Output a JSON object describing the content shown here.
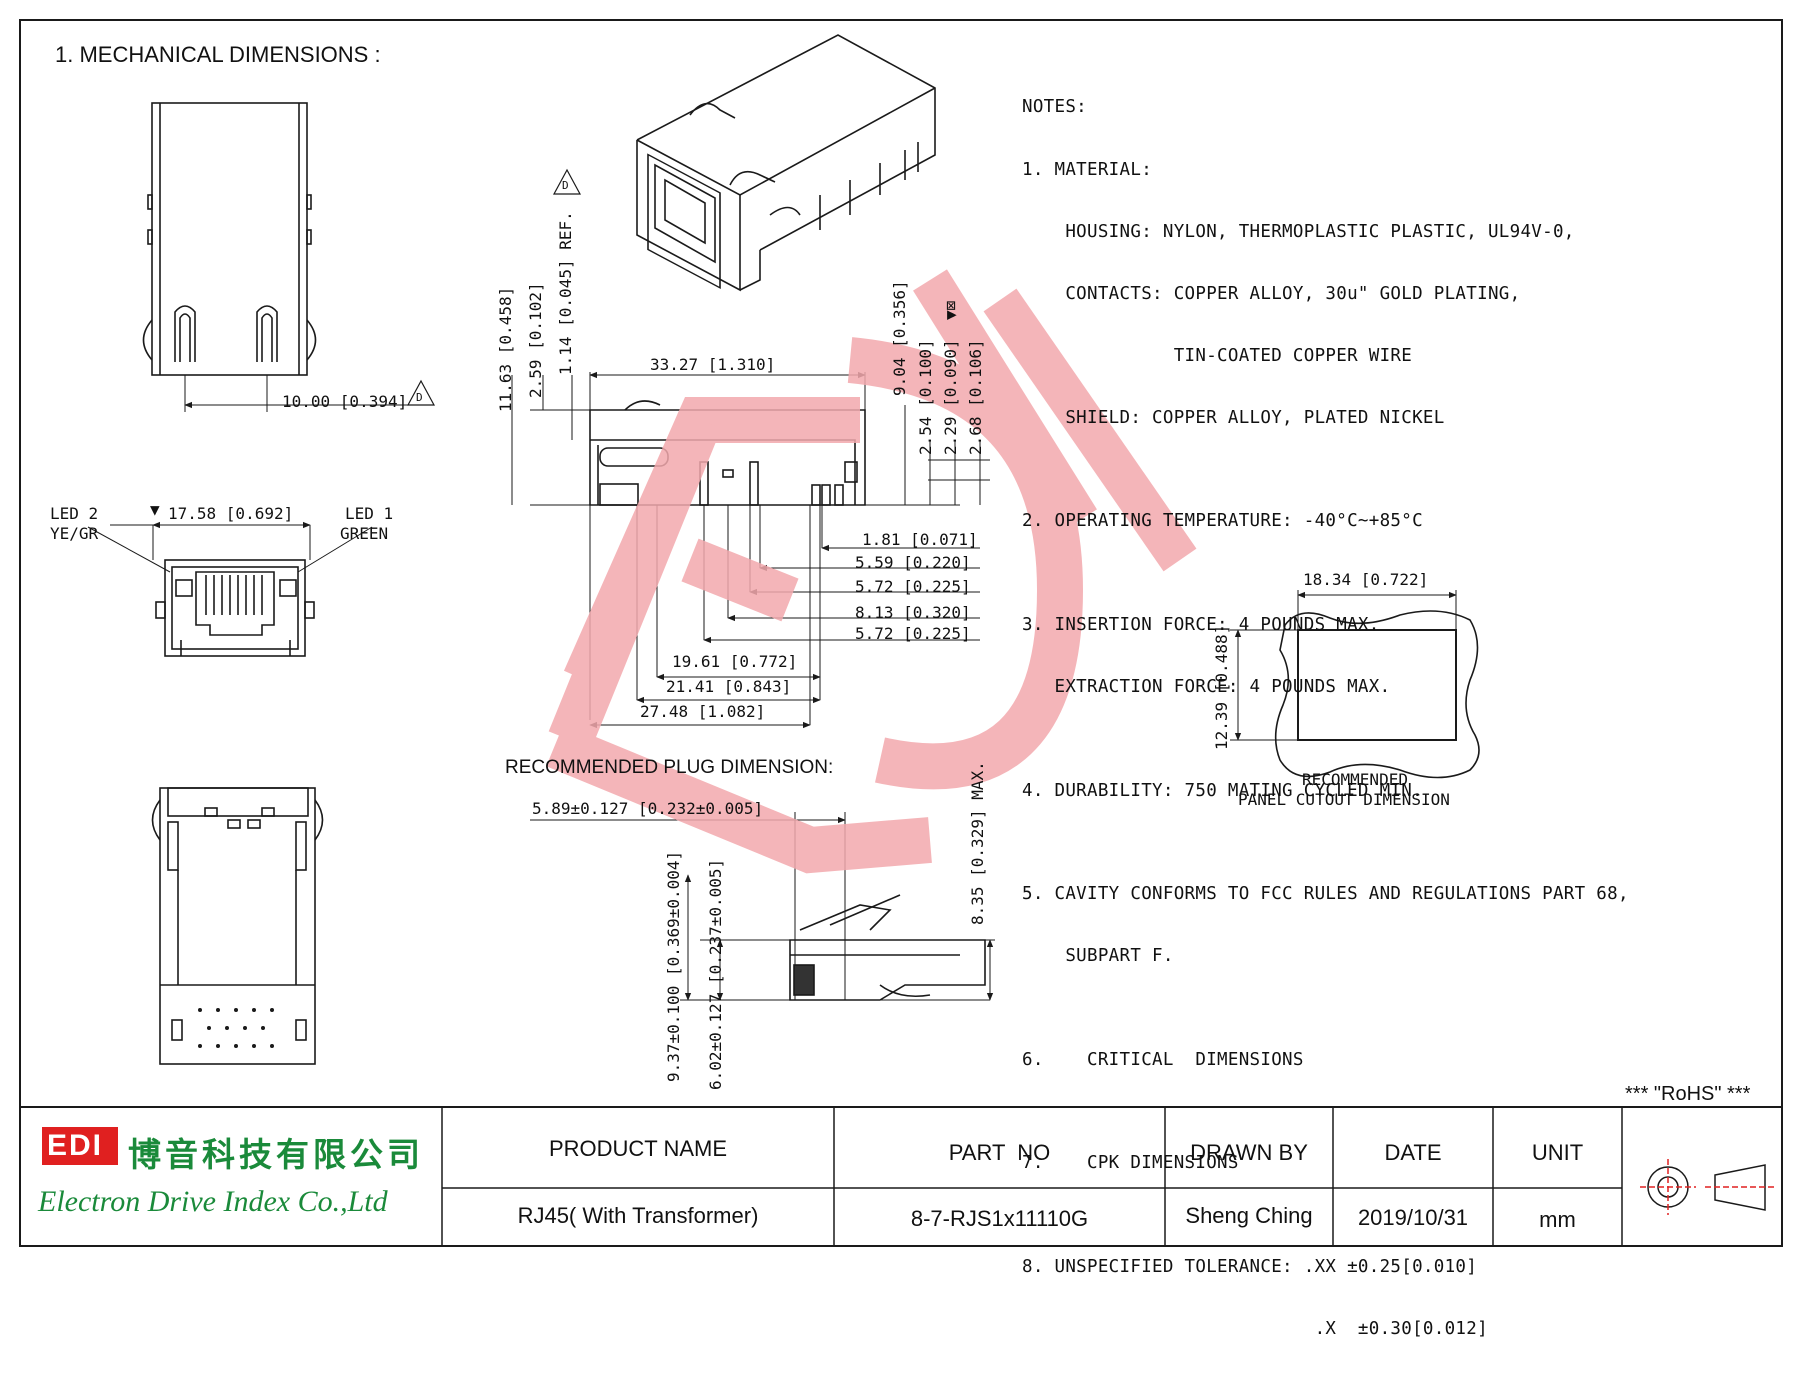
{
  "sheet_title": "1. MECHANICAL DIMENSIONS :",
  "notes": [
    "NOTES:",
    "1. MATERIAL:",
    "    HOUSING: NYLON, THERMOPLASTIC PLASTIC, UL94V-0,",
    "    CONTACTS: COPPER ALLOY, 30u\" GOLD PLATING,",
    "              TIN-COATED COPPER WIRE",
    "    SHIELD: COPPER ALLOY, PLATED NICKEL",
    "",
    "2. OPERATING TEMPERATURE: -40°C~+85°C",
    "",
    "3. INSERTION FORCE: 4 POUNDS MAX.",
    "   EXTRACTION FORCE: 4 POUNDS MAX.",
    "",
    "4. DURABILITY: 750 MATING CYCLED MIN.",
    "",
    "5. CAVITY CONFORMS TO FCC RULES AND REGULATIONS PART 68,",
    "    SUBPART F.",
    "",
    "6.    CRITICAL  DIMENSIONS",
    "",
    "7.    CPK DIMENSIONS",
    "",
    "8. UNSPECIFIED TOLERANCE: .XX ±0.25[0.010]",
    "                           .X  ±0.30[0.012]"
  ],
  "dimensions": {
    "top_view_pitch": "10.00 [0.394]",
    "front_width": "17.58 [0.692]",
    "led2": "LED 2",
    "led2_color": "YE/GR",
    "led1": "LED 1",
    "led1_color": "GREEN",
    "side_length": "33.27 [1.310]",
    "h_1163": "11.63 [0.458]",
    "h_259": "2.59 [0.102]",
    "h_114": "1.14 [0.045] REF.",
    "h_904": "9.04 [0.356]",
    "h_254": "2.54 [0.100]",
    "h_229": "2.29 [0.090]",
    "h_268": "2.68 [0.106]",
    "d_181": "1.81 [0.071]",
    "d_559": "5.59 [0.220]",
    "d_572a": "5.72 [0.225]",
    "d_813": "8.13 [0.320]",
    "d_572b": "5.72 [0.225]",
    "d_1961": "19.61 [0.772]",
    "d_2141": "21.41 [0.843]",
    "d_2748": "27.48 [1.082]",
    "plug_title": "RECOMMENDED PLUG DIMENSION:",
    "plug_589": "5.89±0.127 [0.232±0.005]",
    "plug_937": "9.37±0.100 [0.369±0.004]",
    "plug_602": "6.02±0.127 [0.237±0.005]",
    "plug_835": "8.35 [0.329] MAX.",
    "panel_w": "18.34 [0.722]",
    "panel_h": "12.39 [0.488]",
    "panel_label1": "RECOMMENDED",
    "panel_label2": "PANEL CUTOUT DIMENSION",
    "ref_d": "D",
    "cpk_mark": "▼",
    "critical_mark": "▼⊠"
  },
  "rohs": "*** \"RoHS\" ***",
  "company": {
    "logo_text": "EDI",
    "name_cn": "博音科技有限公司",
    "name_en": "Electron Drive Index Co.,Ltd"
  },
  "title_block": {
    "headers": [
      "PRODUCT NAME",
      "PART  NO",
      "DRAWN BY",
      "DATE",
      "UNIT"
    ],
    "values": [
      "RJ45( With Transformer)",
      "8-7-RJS1x11110G",
      "Sheng Ching",
      "2019/10/31",
      "mm"
    ]
  },
  "colors": {
    "line": "#1a1a1a",
    "brand_red": "#e02020",
    "brand_green": "#1a8a3a",
    "watermark": "#f3a9ad"
  }
}
